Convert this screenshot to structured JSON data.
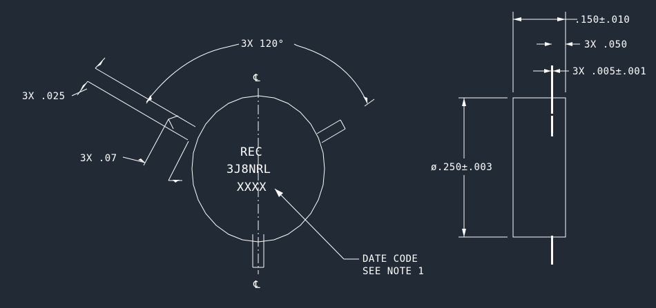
{
  "annotations": {
    "angle": "3X 120°",
    "lead_width": "3X .025",
    "lead_length": "3X .07",
    "centerline_top": "℄",
    "centerline_bottom": "℄",
    "marking_line1": "REC",
    "marking_line2": "3J8NRL",
    "marking_line3": "XXXX",
    "date_code_line1": "DATE CODE",
    "date_code_line2": "SEE NOTE 1",
    "diameter": "ø.250±.003",
    "body_thickness": ".150±.010",
    "lead_spacing": "3X .050",
    "lead_thickness": "3X .005±.001"
  },
  "colors": {
    "background": "#222a35",
    "lines": "#ffffff"
  }
}
